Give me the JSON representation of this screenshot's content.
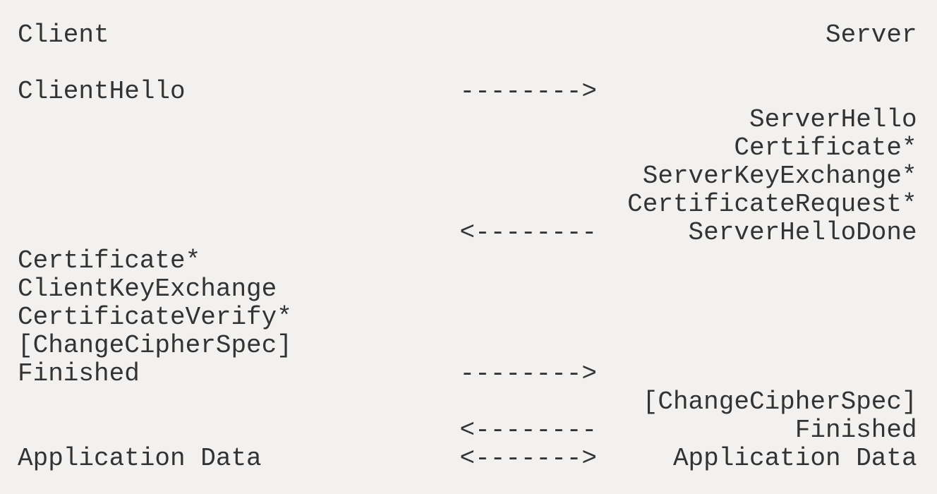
{
  "page": {
    "colors": {
      "background": "#f2f1ef",
      "text": "#333333"
    }
  },
  "diagram": {
    "actors": {
      "client": "Client",
      "server": "Server"
    },
    "lines": [
      "Client                                               Server",
      "",
      "ClientHello                  -------->",
      "                                                ServerHello",
      "                                               Certificate*",
      "                                         ServerKeyExchange*",
      "                                        CertificateRequest*",
      "                             <--------      ServerHelloDone",
      "Certificate*",
      "ClientKeyExchange",
      "CertificateVerify*",
      "[ChangeCipherSpec]",
      "Finished                     -------->",
      "                                         [ChangeCipherSpec]",
      "                             <--------             Finished",
      "Application Data             <------->     Application Data"
    ]
  }
}
